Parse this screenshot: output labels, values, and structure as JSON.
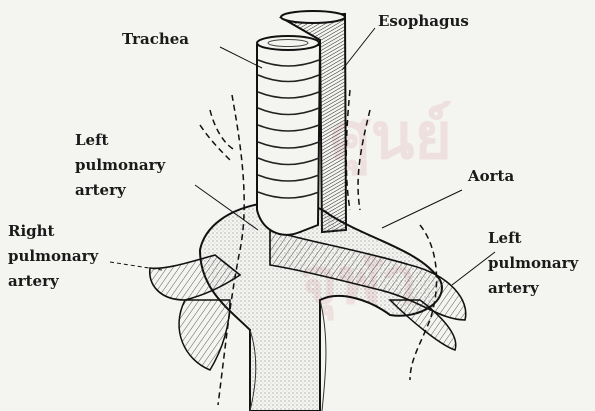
{
  "labels": {
    "trachea": "Trachea",
    "esophagus": "Esophagus",
    "aorta": "Aorta",
    "left_pulmonary_artery_1": [
      "Left",
      "pulmonary",
      "artery"
    ],
    "right_pulmonary_artery": [
      "Right",
      "pulmonary",
      "artery"
    ],
    "left_pulmonary_artery_2": [
      "Left",
      "pulmonary",
      "artery"
    ]
  },
  "colors": {
    "ink": "#1a1a1a",
    "paper": "#f4f4f1",
    "watermark": "#c85064"
  }
}
